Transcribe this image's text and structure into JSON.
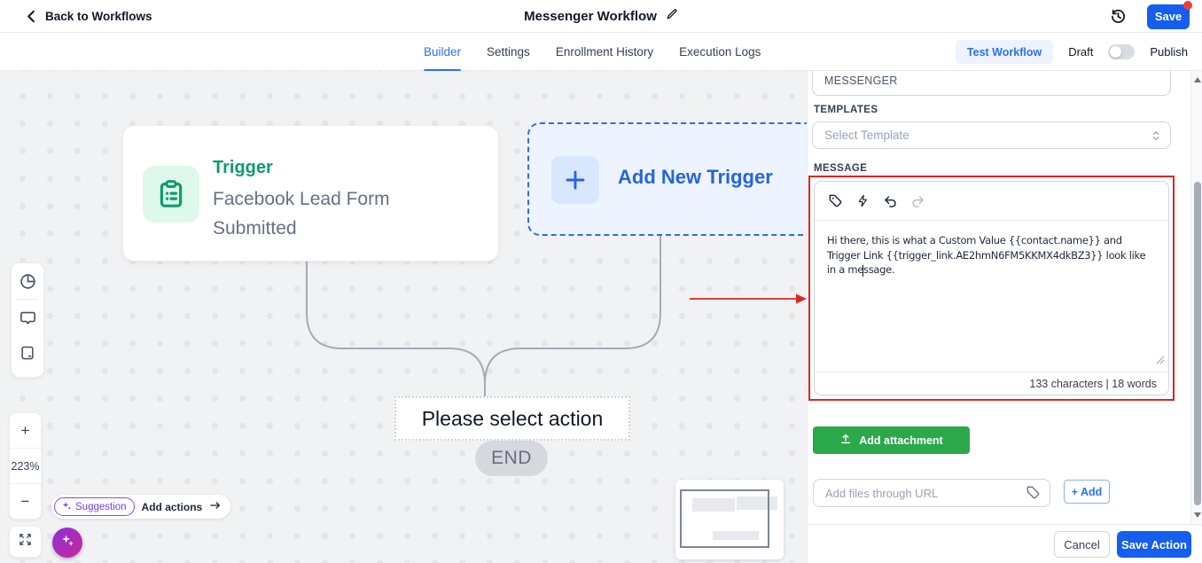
{
  "header": {
    "back": "Back to Workflows",
    "title": "Messenger Workflow",
    "save": "Save"
  },
  "nav": {
    "tabs": [
      {
        "label": "Builder"
      },
      {
        "label": "Settings"
      },
      {
        "label": "Enrollment History"
      },
      {
        "label": "Execution Logs"
      }
    ],
    "test_workflow": "Test Workflow",
    "draft": "Draft",
    "publish": "Publish"
  },
  "canvas": {
    "trigger": {
      "title": "Trigger",
      "subtitle": "Facebook Lead Form Submitted"
    },
    "add_new_trigger": "Add New Trigger",
    "please_select_action": "Please select action",
    "end": "END",
    "zoom": {
      "in": "+",
      "level": "223%",
      "out": "−"
    },
    "suggestion": {
      "badge": "Suggestion",
      "label": "Add actions"
    }
  },
  "panel": {
    "channel": "MESSENGER",
    "templates_label": "TEMPLATES",
    "template_placeholder": "Select Template",
    "message_label": "MESSAGE",
    "message_lines": [
      "Hi there, this is what a Custom Value {{contact.name}} and",
      "Trigger Link {{trigger_link.AE2hmN6FM5KKMX4dkBZ3}} look like",
      "in a message."
    ],
    "counter": "133 characters | 18 words",
    "add_attachment": "Add attachment",
    "url_placeholder": "Add files through URL",
    "add": "+ Add",
    "cancel": "Cancel",
    "save_action": "Save Action"
  },
  "colors": {
    "primary_blue": "#155eef",
    "link_blue": "#2970ff",
    "trigger_green": "#0b9d6e",
    "attachment_green": "#2ba84a",
    "annotation_red": "#e02420"
  }
}
